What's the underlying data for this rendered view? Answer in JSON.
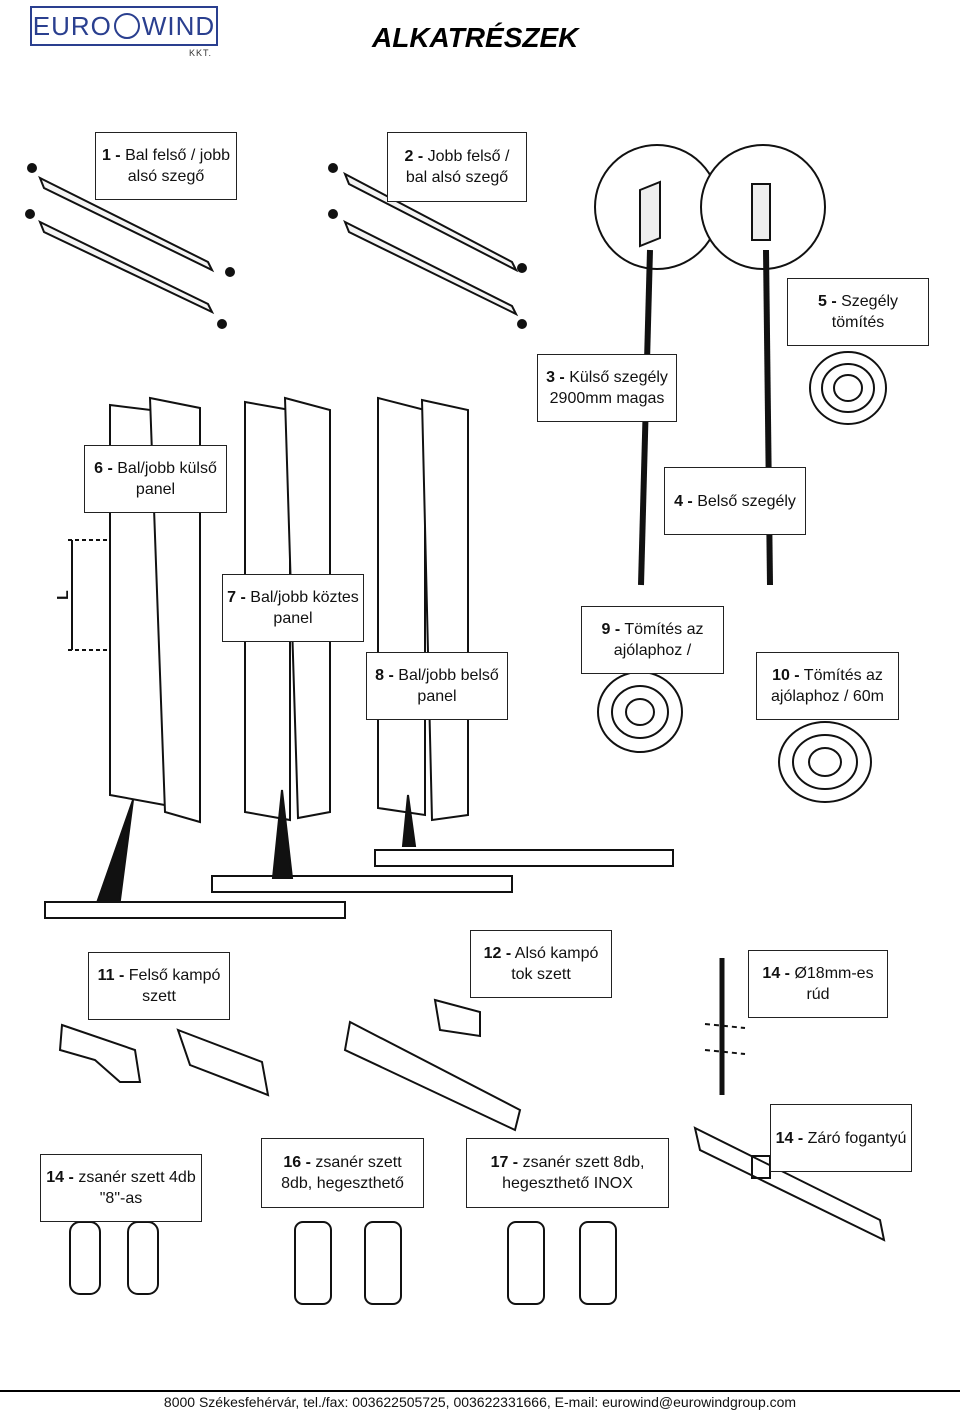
{
  "header": {
    "logo_left": "EURO",
    "logo_right": "WIND",
    "logo_suffix": "KKT.",
    "title": "ALKATRÉSZEK"
  },
  "parts": [
    {
      "num": "1 -",
      "text": "Bal felső / jobb alsó szegő"
    },
    {
      "num": "2 -",
      "text": "Jobb felső / bal alsó szegő"
    },
    {
      "num": "3 -",
      "text": "Külső szegély 2900mm magas"
    },
    {
      "num": "4 -",
      "text": "Belső szegély"
    },
    {
      "num": "5 -",
      "text": "Szegély tömítés"
    },
    {
      "num": "6 -",
      "text": "Bal/jobb külső panel"
    },
    {
      "num": "7 -",
      "text": "Bal/jobb köztes panel"
    },
    {
      "num": "8 -",
      "text": "Bal/jobb belső panel"
    },
    {
      "num": "9 -",
      "text": "Tömítés az ajólaphoz /"
    },
    {
      "num": "10 -",
      "text": "Tömítés az ajólaphoz / 60m"
    },
    {
      "num": "11 -",
      "text": "Felső kampó szett"
    },
    {
      "num": "12 -",
      "text": "Alsó kampó tok szett"
    },
    {
      "num": "14 -",
      "text": "Ø18mm-es rúd"
    },
    {
      "num": "14 -",
      "text": "zsanér szett 4db \"8\"-as"
    },
    {
      "num": "16 -",
      "text": "zsanér szett 8db, hegeszthető"
    },
    {
      "num": "17 -",
      "text": "zsanér szett 8db, hegeszthető INOX"
    },
    {
      "num": "14 -",
      "text": "Záró fogantyú"
    }
  ],
  "dimension_label": "L",
  "footer": "8000 Székesfehérvár, tel./fax: 003622505725, 003622331666, E-mail: eurowind@eurowindgroup.com"
}
